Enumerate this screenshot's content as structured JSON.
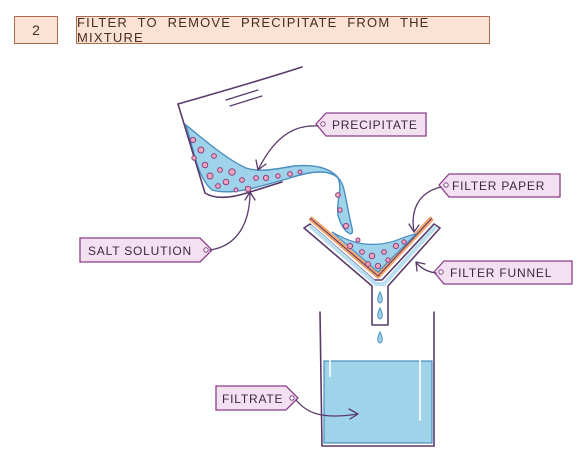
{
  "header": {
    "step_number": "2",
    "title": "FILTER TO REMOVE PRECIPITATE FROM THE MIXTURE"
  },
  "labels": {
    "precipitate": "PRECIPITATE",
    "salt_solution": "SALT SOLUTION",
    "filter_paper": "FILTER PAPER",
    "filter_funnel": "FILTER FUNNEL",
    "filtrate": "FILTRATE"
  },
  "colors": {
    "liquid": "#9fd3ea",
    "liquid_outline": "#4a8fc0",
    "precipitate_dot": "#f4a6b8",
    "filter_paper": "#f4a36a",
    "tag_fill": "#f3e1f1",
    "tag_stroke": "#8a3f8a",
    "header_fill": "#fbe3d3"
  }
}
